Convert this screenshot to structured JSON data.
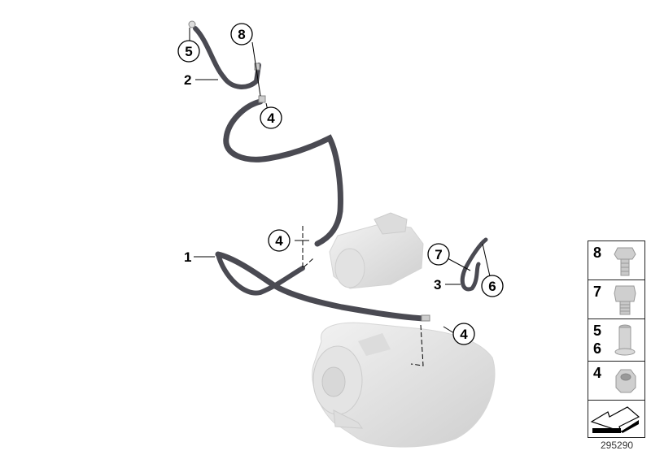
{
  "diagram": {
    "title": "Battery cable / starter / alternator wiring parts diagram",
    "document_number": "295290",
    "callouts": [
      {
        "id": "1",
        "label": "1",
        "style": "plain",
        "part": "cable-main-lower"
      },
      {
        "id": "2",
        "label": "2",
        "style": "plain",
        "part": "cable-upper"
      },
      {
        "id": "3",
        "label": "3",
        "style": "plain",
        "part": "cable-small"
      },
      {
        "id": "4a",
        "label": "4",
        "style": "circled",
        "part": "nut"
      },
      {
        "id": "4b",
        "label": "4",
        "style": "circled",
        "part": "nut"
      },
      {
        "id": "4c",
        "label": "4",
        "style": "circled",
        "part": "nut"
      },
      {
        "id": "5",
        "label": "5",
        "style": "circled",
        "part": "insert-nut"
      },
      {
        "id": "6",
        "label": "6",
        "style": "circled",
        "part": "insert-nut"
      },
      {
        "id": "7",
        "label": "7",
        "style": "circled",
        "part": "hex-bolt"
      },
      {
        "id": "8",
        "label": "8",
        "style": "circled",
        "part": "flange-bolt"
      }
    ],
    "components": [
      "starter-motor",
      "alternator",
      "battery-cable-upper",
      "battery-cable-lower",
      "ground-strap"
    ]
  },
  "legend": {
    "items": [
      {
        "numbers": [
          "8"
        ],
        "icon": "flange-bolt-icon"
      },
      {
        "numbers": [
          "7"
        ],
        "icon": "hex-bolt-icon"
      },
      {
        "numbers": [
          "5",
          "6"
        ],
        "icon": "insert-nut-icon"
      },
      {
        "numbers": [
          "4"
        ],
        "icon": "hex-nut-icon"
      },
      {
        "numbers": [],
        "icon": "direction-arrow-icon"
      }
    ]
  },
  "colors": {
    "cable": "#4a4a52",
    "cable_highlight": "#7a7a84",
    "component_fill": "#e6e6e6",
    "component_shade": "#cfcfcf",
    "line": "#000000"
  }
}
